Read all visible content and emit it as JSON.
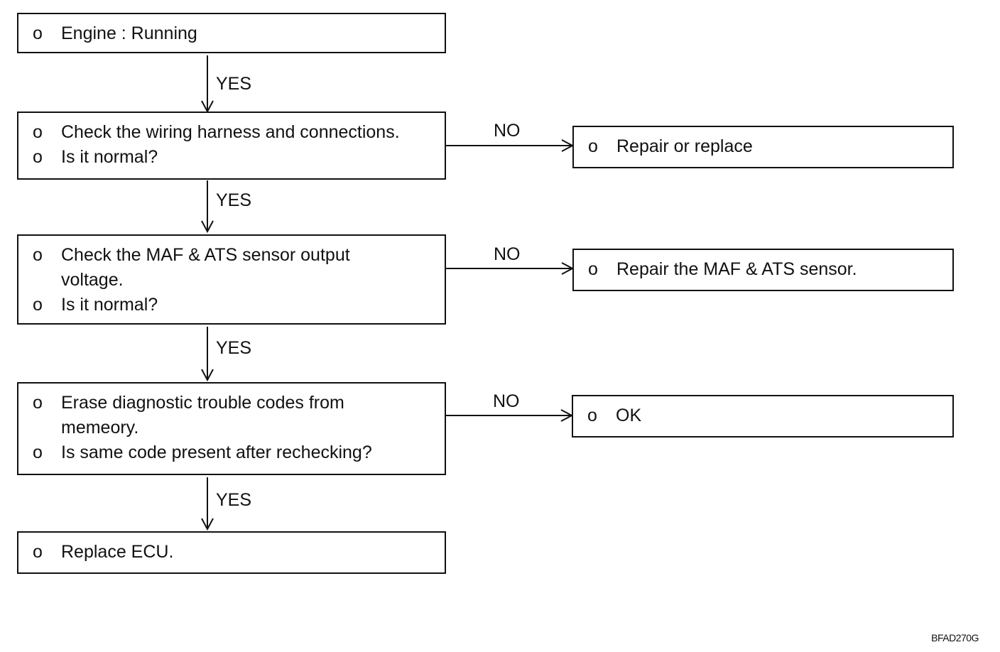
{
  "flow": {
    "bullet": "o",
    "steps": [
      {
        "lines": [
          "Engine : Running"
        ]
      },
      {
        "lines": [
          "Check the wiring harness and connections.",
          "Is it normal?"
        ]
      },
      {
        "lines": [
          "Check the MAF & ATS sensor output\nvoltage.",
          "Is it normal?"
        ]
      },
      {
        "lines": [
          "Erase diagnostic trouble codes from\nmemeory.",
          "Is same code present after rechecking?"
        ]
      },
      {
        "lines": [
          "Replace ECU."
        ]
      }
    ],
    "outcomes": [
      {
        "lines": [
          "Repair or replace"
        ]
      },
      {
        "lines": [
          "Repair the MAF & ATS sensor."
        ]
      },
      {
        "lines": [
          "OK"
        ]
      }
    ],
    "yes_label": "YES",
    "no_label": "NO"
  },
  "figure_code": "BFAD270G"
}
